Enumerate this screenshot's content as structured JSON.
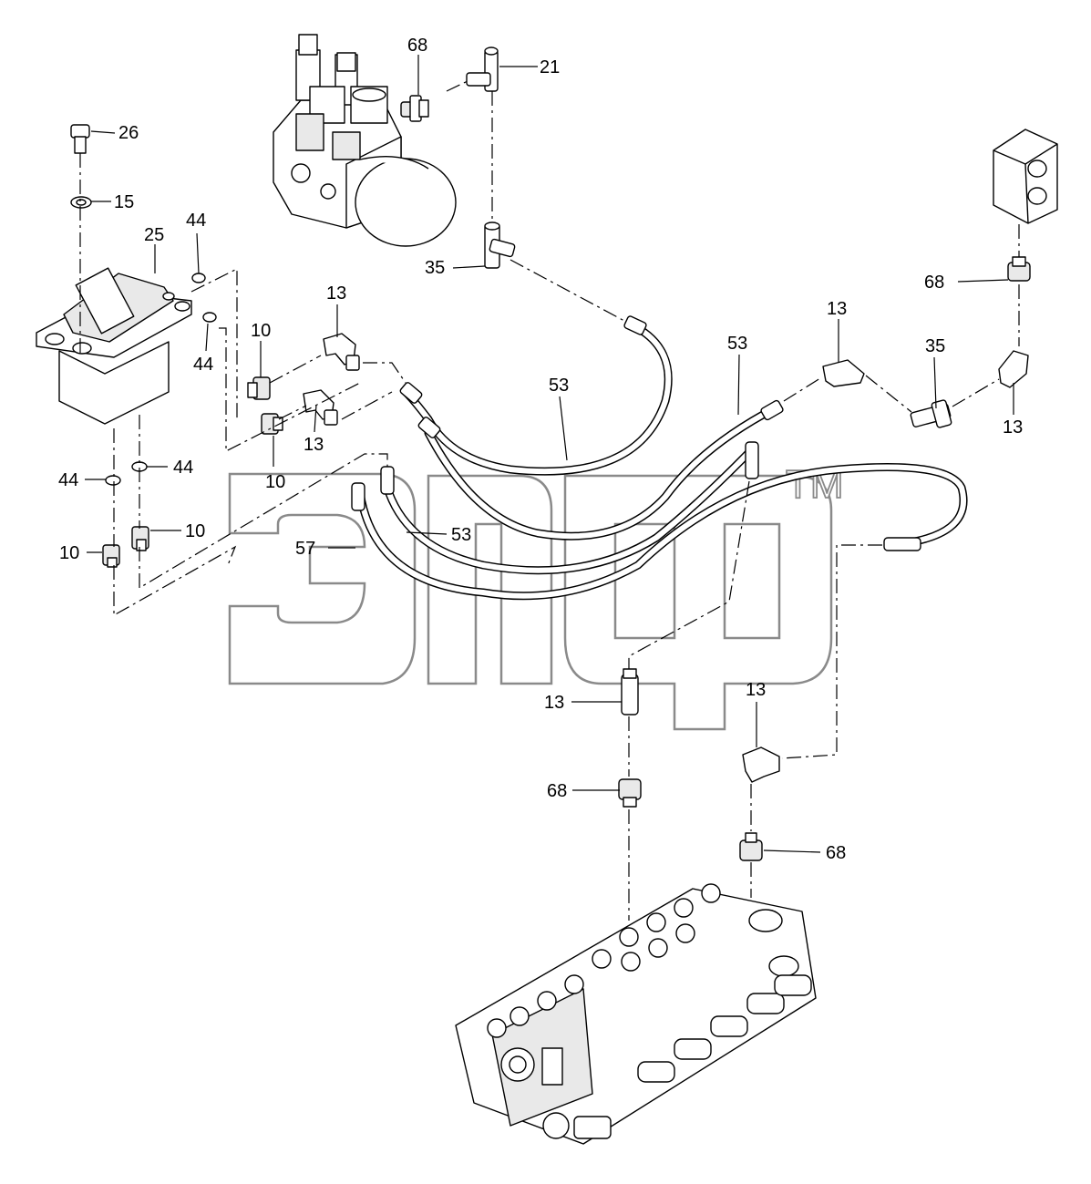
{
  "watermark": {
    "mark": "ЭПЦ",
    "tm": "TM"
  },
  "callouts": {
    "c26": "26",
    "c15": "15",
    "c25": "25",
    "c44_top1": "44",
    "c44_top2": "44",
    "c44_left": "44",
    "c44_right": "44",
    "c10_a": "10",
    "c10_b": "10",
    "c10_c": "10",
    "c10_d": "10",
    "c13_a": "13",
    "c13_b": "13",
    "c13_c": "13",
    "c13_d": "13",
    "c13_e": "13",
    "c13_f": "13",
    "c68_top": "68",
    "c68_right": "68",
    "c68_mid": "68",
    "c68_low": "68",
    "c21": "21",
    "c35_a": "35",
    "c35_b": "35",
    "c53_a": "53",
    "c53_b": "53",
    "c53_c": "53",
    "c57": "57"
  }
}
